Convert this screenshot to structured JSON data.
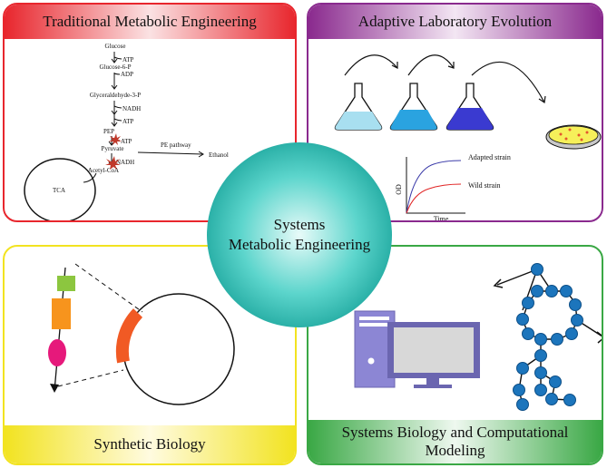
{
  "center": {
    "line1": "Systems",
    "line2": "Metabolic Engineering"
  },
  "panels": {
    "traditional": {
      "title": "Traditional Metabolic Engineering",
      "metabolites": [
        "Glucose",
        "Glucose-6-P",
        "Glyceraldehyde-3-P",
        "PEP",
        "Pyruvate",
        "Acetyl-CoA"
      ],
      "cofactors": [
        "ATP",
        "ADP",
        "NADH",
        "ATP",
        "ATP",
        "NADH"
      ],
      "pathway_label": "PE pathway",
      "product": "Ethanol",
      "cycle": "TCA"
    },
    "ale": {
      "title": "Adaptive Laboratory Evolution",
      "y_axis": "OD",
      "x_axis": "Time",
      "curves": [
        "Adapted strain",
        "Wild strain"
      ],
      "flask_colors": [
        "#a8dff0",
        "#2aa3e0",
        "#3a3ad0"
      ]
    },
    "synbio": {
      "title": "Synthetic Biology"
    },
    "systems": {
      "title": "Systems Biology and Computational Modeling"
    }
  }
}
